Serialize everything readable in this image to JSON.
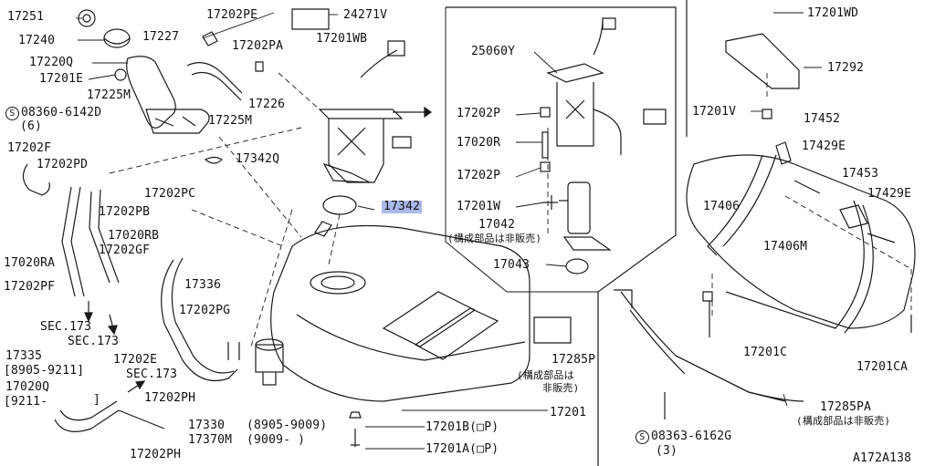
{
  "diagram_code": "A172A138",
  "labels": {
    "p17251": "17251",
    "p17240": "17240",
    "p17220Q": "17220Q",
    "p17201E": "17201E",
    "p17225M_a": "17225M",
    "p08360_symbol": "S",
    "p08360": "08360-6142D",
    "p08360_qty": "(6)",
    "p17202F": "17202F",
    "p17202PD": "17202PD",
    "p17227": "17227",
    "p17202PE": "17202PE",
    "p24271V": "24271V",
    "p17202PA": "17202PA",
    "p17226": "17226",
    "p17225M_b": "17225M",
    "p17342Q": "17342Q",
    "p17201WB": "17201WB",
    "p17342": "17342",
    "p17202PB": "17202PB",
    "p17202PC": "17202PC",
    "p17020RA": "17020RA",
    "p17020RB": "17020RB",
    "p17202GF": "17202GF",
    "p17336": "17336",
    "p17202PF": "17202PF",
    "p17202PG": "17202PG",
    "pSEC173_a": "SEC.173",
    "pSEC173_b": "SEC.173",
    "pSEC173_c": "SEC.173",
    "p17202E": "17202E",
    "p17335": "17335",
    "p17335_range": "[8905-9211]",
    "p17020Q": "17020Q",
    "p17020Q_range": "[9211-",
    "p17020Q_close": "]",
    "p17202PH_a": "17202PH",
    "p17202PH_b": "17202PH",
    "p17330": "17330",
    "p17330_range": "(8905-9009)",
    "p17370M": "17370M",
    "p17370M_range": "(9009-  )",
    "p17201B": "17201B(□P)",
    "p17201A": "17201A(□P)",
    "p17201": "17201",
    "p17285P": "17285P",
    "p17285P_note1": "(構成部品は",
    "p17285P_note2": "非販売)",
    "p25060Y": "25060Y",
    "p17202P_a": "17202P",
    "p17020R": "17020R",
    "p17202P_b": "17202P",
    "p17201W": "17201W",
    "p17042": "17042",
    "p17042_note": "(構成部品は非販売)",
    "p17043": "17043",
    "p17201WD": "17201WD",
    "p17292": "17292",
    "p17201V": "17201V",
    "p17452": "17452",
    "p17429E_a": "17429E",
    "p17453": "17453",
    "p17429E_b": "17429E",
    "p17406": "17406",
    "p17406M": "17406M",
    "p17201C": "17201C",
    "p17201CA": "17201CA",
    "p17285PA": "17285PA",
    "p17285PA_note": "(構成部品は非販売)",
    "p08363_symbol": "S",
    "p08363": "08363-6162G",
    "p08363_qty": "(3)"
  },
  "colors": {
    "line": "#1a1a1a",
    "highlight": "#aab8ea"
  }
}
